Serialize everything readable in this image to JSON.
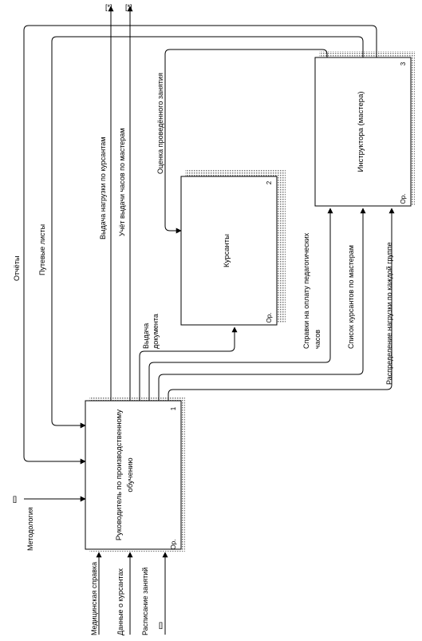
{
  "boxes": [
    {
      "title_line1": "Руководитель по производственному",
      "title_line2": "обучению",
      "number": "1",
      "corner": "Ор."
    },
    {
      "title_line1": "Курсанты",
      "number": "2",
      "corner": "Ор."
    },
    {
      "title_line1": "Инструктора (мастера)",
      "number": "3",
      "corner": "Ор."
    }
  ],
  "arrow_labels": {
    "reports": "Отчёты",
    "waybills": "Путевые листы",
    "issue_load": "Выдача нагрузки по курсантам",
    "hours_accounting": "Учёт выдачи часов по мастерам",
    "lesson_assessment": "Оценка проведённого занятия",
    "issue_document_1": "Выдача",
    "issue_document_2": "документа",
    "pedagogic_hours_1": "Справки на оплату педагогических",
    "pedagogic_hours_2": "часов",
    "cadets_list": "Список курсантов по мастерам",
    "load_distribution": "Распределение нагрузки по каждой группе",
    "methodology": "Методология",
    "medical_certificate": "Медицинская справка",
    "cadets_data": "Данные о курсантах",
    "schedule": "Расписание занятий"
  },
  "tunnel_marks": {
    "top_left": "[*]",
    "top_right": "[*]",
    "methodology": "[]",
    "schedule": "[]"
  }
}
